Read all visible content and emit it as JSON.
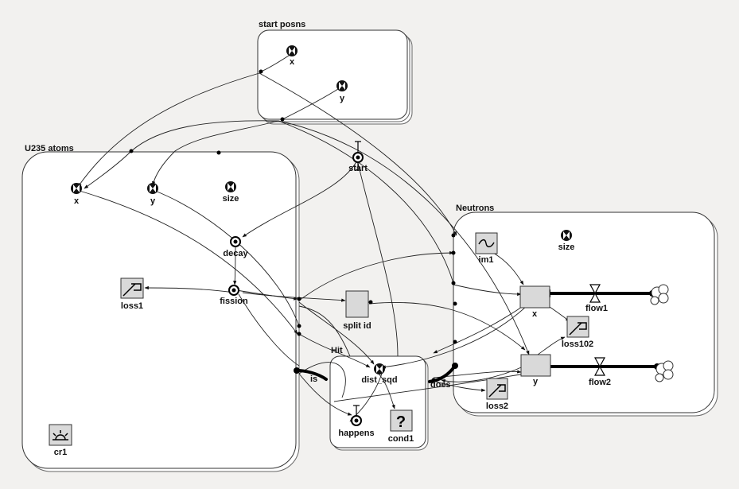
{
  "containers": {
    "start_posns": "start posns",
    "u235": "U235 atoms",
    "neutrons": "Neutrons"
  },
  "labels": {
    "sp_x": "x",
    "sp_y": "y",
    "start": "start",
    "u_x": "x",
    "u_y": "y",
    "u_size": "size",
    "decay": "decay",
    "fission": "fission",
    "loss1": "loss1",
    "cr1": "cr1",
    "split_id": "split id",
    "hit": "Hit",
    "dist_sqd": "dist_sqd",
    "happens": "happens",
    "cond1": "cond1",
    "is": "is",
    "does": "does",
    "loss2": "loss2",
    "im1": "im1",
    "n_size": "size",
    "n_x": "x",
    "n_y": "y",
    "flow1": "flow1",
    "flow2": "flow2",
    "loss102": "loss102"
  },
  "icons": {
    "variable": "variable-icon",
    "event": "event-icon",
    "condition": "question-icon",
    "loss": "loss-icon",
    "creation": "creation-icon",
    "immigration": "immigration-icon",
    "cloud": "cloud-icon",
    "valve": "valve-icon"
  },
  "colors": {
    "background": "#f2f1ef",
    "container": "#ffffff",
    "border": "#555555",
    "node_fill": "#d9d9d9"
  }
}
